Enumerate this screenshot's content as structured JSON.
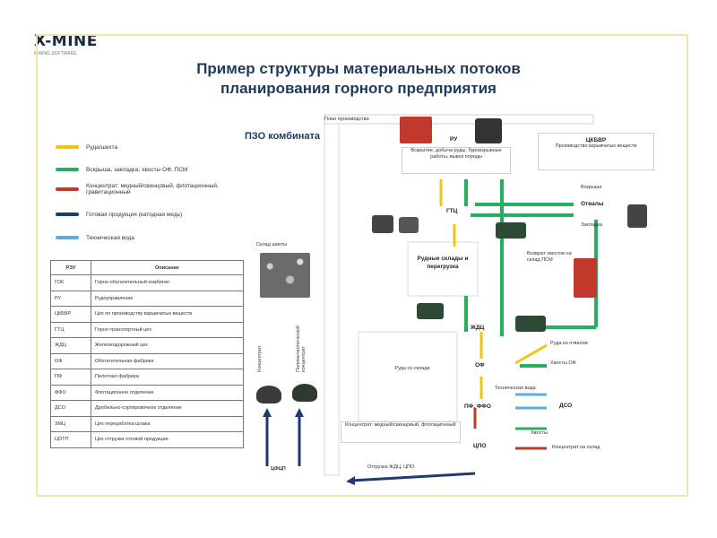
{
  "logo": {
    "main": "X-MINE",
    "sub": "MINING SOFTWARE"
  },
  "title_line1": "Пример структуры материальных потоков",
  "title_line2": "планирования горного предприятия",
  "pzo": "ПЗО комбината",
  "legend": [
    {
      "color": "#f1c40f",
      "text": "Руда/шихта"
    },
    {
      "color": "#27ae60",
      "text": "Вскрыша, закладка, хвосты ОФ, ПСМ"
    },
    {
      "color": "#c0392b",
      "text": "Концентрат: медный/свинцовый, флотационный, гравитационный"
    },
    {
      "color": "#1f3a6e",
      "text": "Готовая продукция (катодная медь)"
    },
    {
      "color": "#5dade2",
      "text": "Техническая вода"
    }
  ],
  "table": {
    "headers": [
      "РЭУ",
      "Описание"
    ],
    "rows": [
      [
        "ГОК",
        "Горно-обогатительный комбинат"
      ],
      [
        "РУ",
        "Рудоуправление"
      ],
      [
        "ЦКБВР",
        "Цех по производству взрывчатых веществ"
      ],
      [
        "ГТЦ",
        "Горно-транспортный цех"
      ],
      [
        "ЖДЦ",
        "Железнодорожный цех"
      ],
      [
        "ОФ",
        "Обогатительная фабрика"
      ],
      [
        "ПФ",
        "Пилотная фабрика"
      ],
      [
        "ФФО",
        "Флотационное отделение"
      ],
      [
        "ДСО",
        "Дробильно-сортировочное отделение"
      ],
      [
        "ЗМЦ",
        "Цех переработки шлака"
      ],
      [
        "ЦОТП",
        "Цех отгрузки готовой продукции"
      ]
    ]
  },
  "stock_label": "Склад шихты",
  "vlabel1": "Концентрат",
  "vlabel2": "Полиметаллический концентрат",
  "cfcp": "ЦФЦП",
  "flow_labels": {
    "plan": "План производства",
    "ru": "РУ",
    "ru_desc": "Вскрытие, добыча руды, буровзрывные работы, вывоз породы",
    "ckbvr": "ЦКБВР",
    "ckbvr_desc": "Производство взрывчатых веществ",
    "gtc": "ГТЦ",
    "vyskryshka": "Вскрыша",
    "otvaly": "Отвалы",
    "zakladka": "Закладка",
    "rudnye": "Рудные склады и перегрузка",
    "vozvrat": "Возврат хвостов на склад ПСМ",
    "zhdc": "ЖДЦ",
    "of": "ОФ",
    "pf": "ПФ, ФФО",
    "cpo": "ЦПО",
    "ruda_sklad": "Руда со склада",
    "ruda_otval": "Руда из отвалов",
    "hvosty": "Хвосты ОФ",
    "tech_voda": "Техническая вода",
    "dso": "ДСО",
    "hvosty2": "Хвосты",
    "koncentrat": "Концентрат: медный/свинцовый, флотационный",
    "koncentrat_sklad": "Концентрат на склад",
    "otgruzka": "Отгрузка ЖДЦ, ЦПО"
  }
}
